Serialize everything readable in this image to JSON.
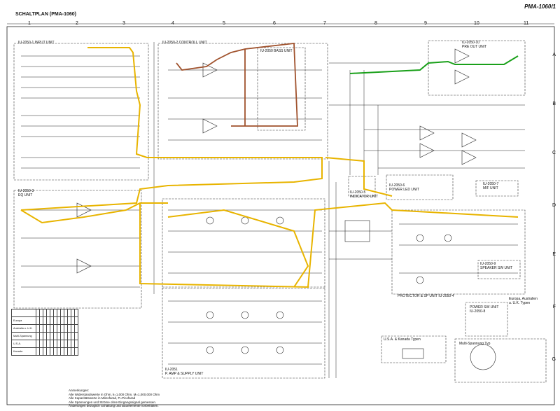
{
  "header": {
    "title": "SCHALTPLAN (PMA-1060)",
    "model": "PMA-1060/1"
  },
  "grid": {
    "columns": [
      "1",
      "2",
      "3",
      "4",
      "5",
      "6",
      "7",
      "8",
      "9",
      "10",
      "11"
    ],
    "rows": [
      "A",
      "B",
      "C",
      "D",
      "E",
      "F",
      "G"
    ]
  },
  "units": {
    "input": "IU-2050-1  INPUT UNIT",
    "control": "IU-2050-2  CONTROLL UNIT",
    "bass": "IU-2050  BASS UNIT",
    "eq": "IU-2050-3\nEQ UNIT",
    "preout": "IU-2050-10\nPRE OUT UNIT",
    "mf": "IU-2050-7\nM/F UNIT",
    "led": "IU-2050-6\nPOWER LED UNIT",
    "indicator": "IU-2050-5\nINDICATOR UNIT",
    "speaker": "IU-2050-9\nSPEAKER SW UNIT",
    "protector": "PROTECTOR & SP UNIT  IU-2050-4",
    "power_sw": "POWER SW UNIT\nIU-2050-8",
    "pamp": "IU-2051\nP. AMP & SUPPLY UNIT",
    "usa": "U.S.A. & Kanada Typen",
    "eu": "Europa, Australien\nu. U.K. Typen",
    "multi": "Multi-Spannung Typ"
  },
  "table": {
    "rows": [
      [
        "",
        "",
        "",
        "",
        "",
        "",
        "",
        "",
        "",
        "",
        "",
        "",
        ""
      ],
      [
        "Europa",
        "",
        "",
        "",
        "",
        "",
        "",
        "",
        "",
        "",
        "",
        "",
        ""
      ],
      [
        "Australia u. U.K.",
        "",
        "",
        "",
        "",
        "",
        "",
        "",
        "",
        "",
        "",
        "",
        ""
      ],
      [
        "Multi-Spannung",
        "",
        "",
        "",
        "",
        "",
        "",
        "",
        "",
        "",
        "",
        "",
        ""
      ],
      [
        "U.S.A.",
        "",
        "",
        "",
        "",
        "",
        "",
        "",
        "",
        "",
        "",
        "",
        ""
      ],
      [
        "Kanada",
        "",
        "",
        "",
        "",
        "",
        "",
        "",
        "",
        "",
        "",
        "",
        ""
      ]
    ]
  },
  "notes": {
    "heading": "Anmerkungen:",
    "lines": [
      "Alle Widerstandswerte in Ohm, k=1,000 Ohm, M=1,000,000 Ohm",
      "Alle Kapazitätswerte in Mikrofarad, P=Picofarad",
      "Alle Spannungen und Ströme ohne Eingangssignal gemessen.",
      "Änderungen bezüglich Schaltung und Bauelemente vorbehalten."
    ]
  },
  "colors": {
    "wire": "#222222",
    "signal_path": "#e8b400",
    "control_path": "#a0522d",
    "preout_path": "#1aa01a"
  }
}
